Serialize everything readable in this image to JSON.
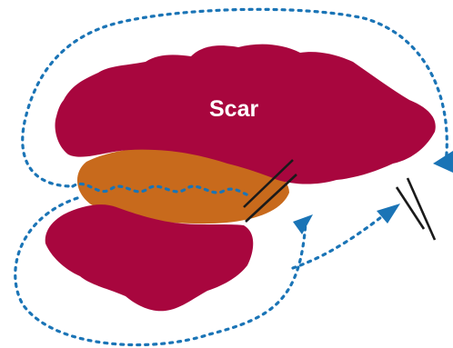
{
  "diagram": {
    "scar_label": "Scar",
    "colors": {
      "scar": "#a8063e",
      "isthmus": "#c86a1c",
      "circuit": "#1a74b6",
      "block_line": "#1a1a1a",
      "background": "#ffffff"
    },
    "icons": {
      "pathway": "dotted-reentry-circuit",
      "direction": "arrowhead-icon",
      "block": "conduction-block-lines"
    }
  }
}
